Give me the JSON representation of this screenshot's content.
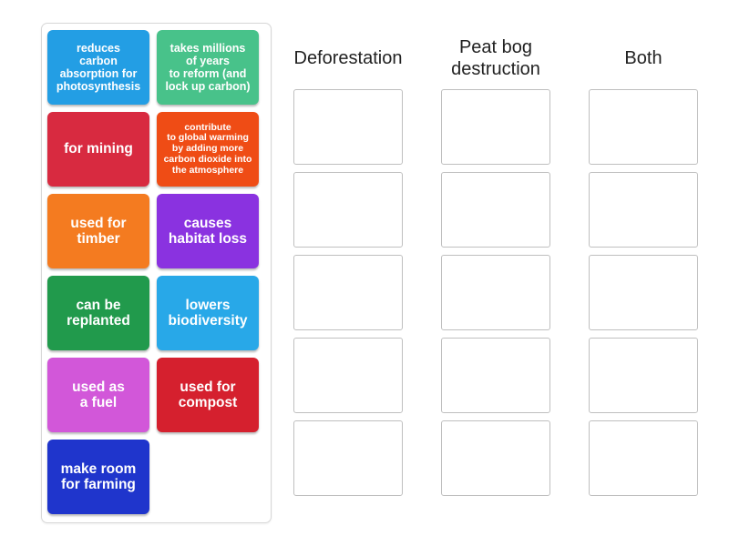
{
  "activity": {
    "type": "group-sort",
    "tray_label": "word tiles tray"
  },
  "tiles": [
    {
      "text": "reduces\ncarbon\nabsorption for\nphotosynthesis",
      "color": "#239ee4",
      "size": "fs-sm",
      "name": "tile-reduces-carbon-absorption"
    },
    {
      "text": "takes millions\nof years\nto reform (and\nlock up carbon)",
      "color": "#48c28a",
      "size": "fs-sm",
      "name": "tile-takes-millions-of-years"
    },
    {
      "text": "for mining",
      "color": "#d82a40",
      "size": "fs-lg",
      "name": "tile-for-mining"
    },
    {
      "text": "contribute\nto global warming\nby adding more\ncarbon dioxide into\nthe atmosphere",
      "color": "#ef4c15",
      "size": "fs-xs",
      "name": "tile-contribute-global-warming"
    },
    {
      "text": "used for\ntimber",
      "color": "#f47b20",
      "size": "fs-lg",
      "name": "tile-used-for-timber"
    },
    {
      "text": "causes\nhabitat loss",
      "color": "#8a32e0",
      "size": "fs-lg",
      "name": "tile-causes-habitat-loss"
    },
    {
      "text": "can be\nreplanted",
      "color": "#219a4c",
      "size": "fs-lg",
      "name": "tile-can-be-replanted"
    },
    {
      "text": "lowers\nbiodiversity",
      "color": "#28a8e8",
      "size": "fs-lg",
      "name": "tile-lowers-biodiversity"
    },
    {
      "text": "used as\na fuel",
      "color": "#d257d9",
      "size": "fs-lg",
      "name": "tile-used-as-a-fuel"
    },
    {
      "text": "used for\ncompost",
      "color": "#d5202e",
      "size": "fs-lg",
      "name": "tile-used-for-compost"
    },
    {
      "text": "make room\nfor farming",
      "color": "#1f35cc",
      "size": "fs-lg",
      "name": "tile-make-room-for-farming"
    }
  ],
  "columns": [
    {
      "header": "Deforestation",
      "slots": 5,
      "name": "column-deforestation"
    },
    {
      "header": "Peat bog\ndestruction",
      "slots": 5,
      "name": "column-peat-bog-destruction"
    },
    {
      "header": "Both",
      "slots": 5,
      "name": "column-both"
    }
  ],
  "colors": {
    "tray_border": "#d7d7d7",
    "dropzone_border": "#bfbfbf",
    "page_background": "#ffffff",
    "header_text": "#222222",
    "tile_text": "#ffffff"
  }
}
